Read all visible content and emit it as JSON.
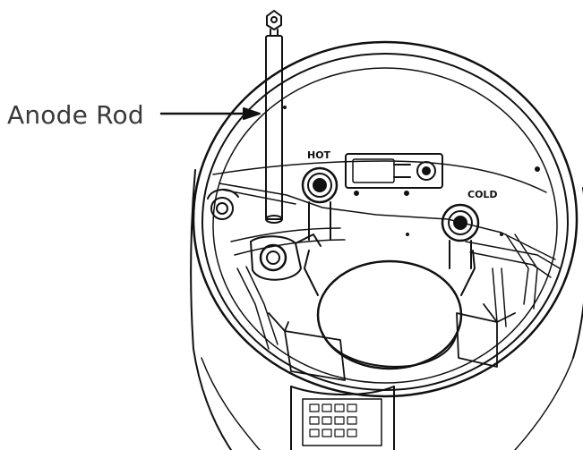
{
  "diagram": {
    "callout_label": "Anode Rod",
    "port_hot": "HOT",
    "port_cold": "COLD"
  },
  "colors": {
    "line": "#111111",
    "background": "#ffffff",
    "label_text": "#3a3a3a"
  }
}
